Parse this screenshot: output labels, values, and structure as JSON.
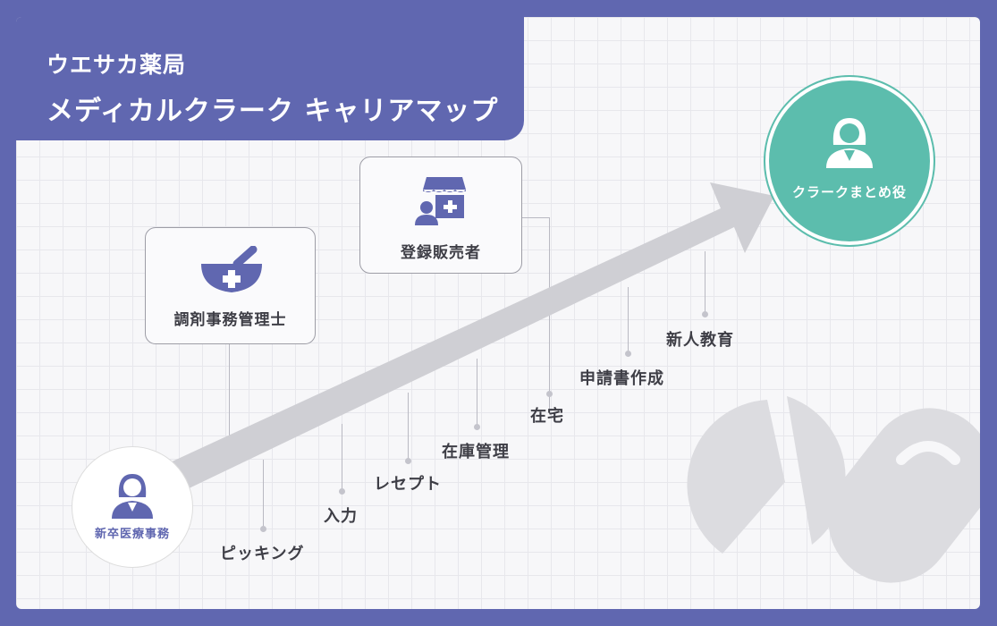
{
  "header": {
    "company": "ウエサカ薬局",
    "title": "メディカルクラーク キャリアマップ"
  },
  "start": {
    "label": "新卒医療事務"
  },
  "goal": {
    "label": "クラークまとめ役"
  },
  "qualifications": [
    {
      "label": "調剤事務管理士",
      "icon": "mortar-pestle-icon"
    },
    {
      "label": "登録販売者",
      "icon": "store-person-icon"
    }
  ],
  "steps": [
    {
      "label": "ピッキング"
    },
    {
      "label": "入力"
    },
    {
      "label": "レセプト"
    },
    {
      "label": "在庫管理"
    },
    {
      "label": "在宅"
    },
    {
      "label": "申請書作成"
    },
    {
      "label": "新人教育"
    }
  ],
  "colors": {
    "brand": "#6067b0",
    "goal": "#5cbdad",
    "arrow": "#cfcfd4"
  }
}
